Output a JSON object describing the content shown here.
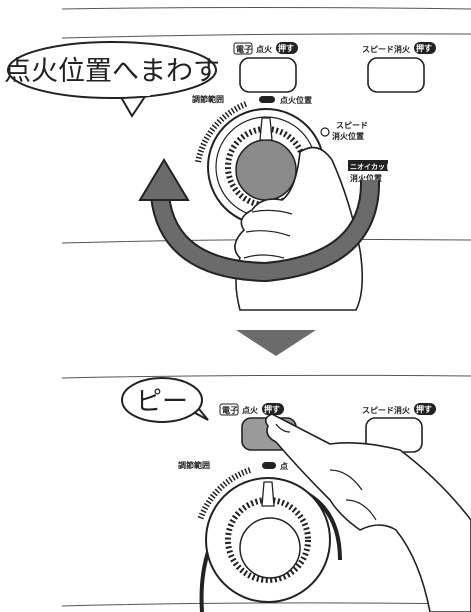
{
  "step1": {
    "callout": "点火位置へまわす",
    "ignite": {
      "prefix": "電子",
      "label": "点火",
      "push": "押す"
    },
    "speed": {
      "label": "スピード消火",
      "push": "押す"
    },
    "range_label": "調節範囲",
    "ignition_position": "点火位置",
    "speed_extinguish_line1": "スピード",
    "speed_extinguish_line2": "消火位置",
    "odorcut_tag": "ニオイカット",
    "odorcut_line": "消火位置"
  },
  "step2": {
    "callout": "ピー",
    "ignite": {
      "prefix": "電子",
      "label": "点火",
      "push": "押す"
    },
    "speed": {
      "label": "スピード消火",
      "push": "押す"
    },
    "range_label": "調節範囲",
    "ignition_position_partial": "点"
  },
  "colors": {
    "arrow": "#6b6b6b",
    "knob_gray": "#8a8a8a",
    "pressed_button": "#9a9a9a",
    "ink": "#222222"
  },
  "icons": [
    "rotate-arrow-icon",
    "down-arrow-icon",
    "hand-icon",
    "pointing-finger-icon"
  ]
}
